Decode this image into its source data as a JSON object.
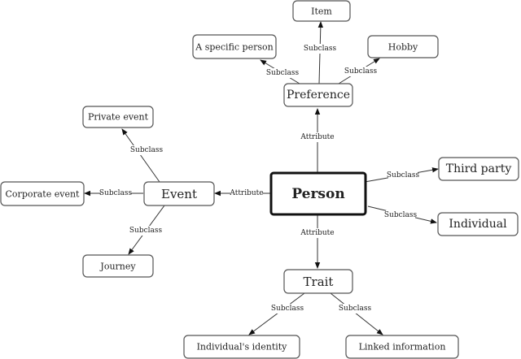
{
  "nodes": {
    "person": "Person",
    "preference": "Preference",
    "item": "Item",
    "specific_person": "A specific person",
    "hobby": "Hobby",
    "event": "Event",
    "private_event": "Private event",
    "corporate_event": "Corporate  event",
    "journey": "Journey",
    "third_party": "Third party",
    "individual": "Individual",
    "trait": "Trait",
    "individuals_identity": "Individual's identity",
    "linked_information": "Linked information"
  },
  "edges": {
    "person_preference": "Attribute",
    "person_event": "Attribute",
    "person_trait": "Attribute",
    "person_third_party": "Subclass",
    "person_individual": "Subclass",
    "preference_item": "Subclass",
    "preference_specific_person": "Subclass",
    "preference_hobby": "Subclass",
    "event_private_event": "Subclass",
    "event_corporate_event": "Subclass",
    "event_journey": "Subclass",
    "trait_individuals_identity": "Subclass",
    "trait_linked_information": "Subclass"
  }
}
